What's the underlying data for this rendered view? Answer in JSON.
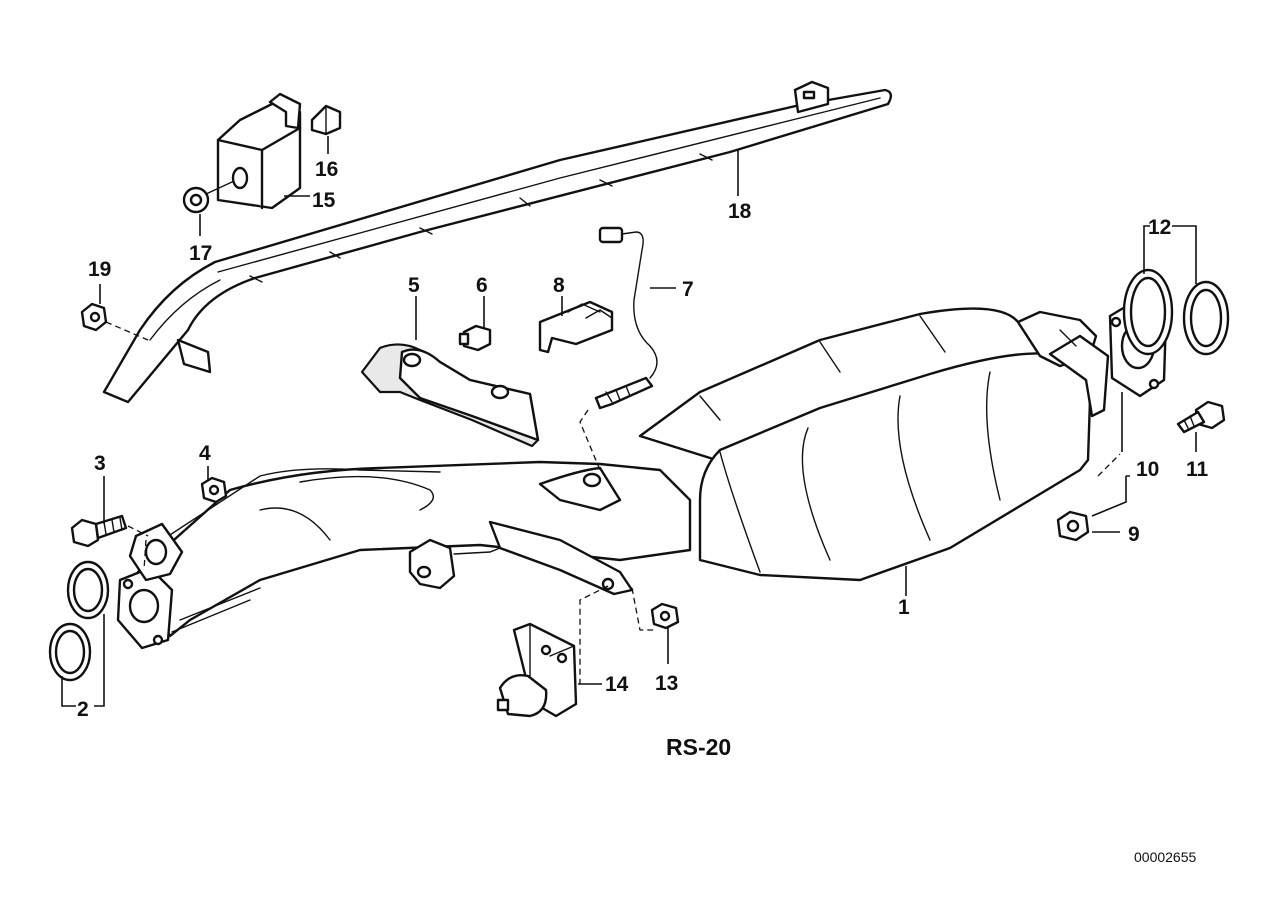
{
  "diagram": {
    "callouts": [
      {
        "id": "1",
        "label": "1"
      },
      {
        "id": "2",
        "label": "2"
      },
      {
        "id": "3",
        "label": "3"
      },
      {
        "id": "4",
        "label": "4"
      },
      {
        "id": "5",
        "label": "5"
      },
      {
        "id": "6",
        "label": "6"
      },
      {
        "id": "7",
        "label": "7"
      },
      {
        "id": "8",
        "label": "8"
      },
      {
        "id": "9",
        "label": "9"
      },
      {
        "id": "10",
        "label": "10"
      },
      {
        "id": "11",
        "label": "11"
      },
      {
        "id": "12",
        "label": "12"
      },
      {
        "id": "13",
        "label": "13"
      },
      {
        "id": "14",
        "label": "14"
      },
      {
        "id": "15",
        "label": "15"
      },
      {
        "id": "16",
        "label": "16"
      },
      {
        "id": "17",
        "label": "17"
      },
      {
        "id": "18",
        "label": "18"
      },
      {
        "id": "19",
        "label": "19"
      }
    ],
    "group_code": "RS-20",
    "reference_number": "00002655"
  }
}
